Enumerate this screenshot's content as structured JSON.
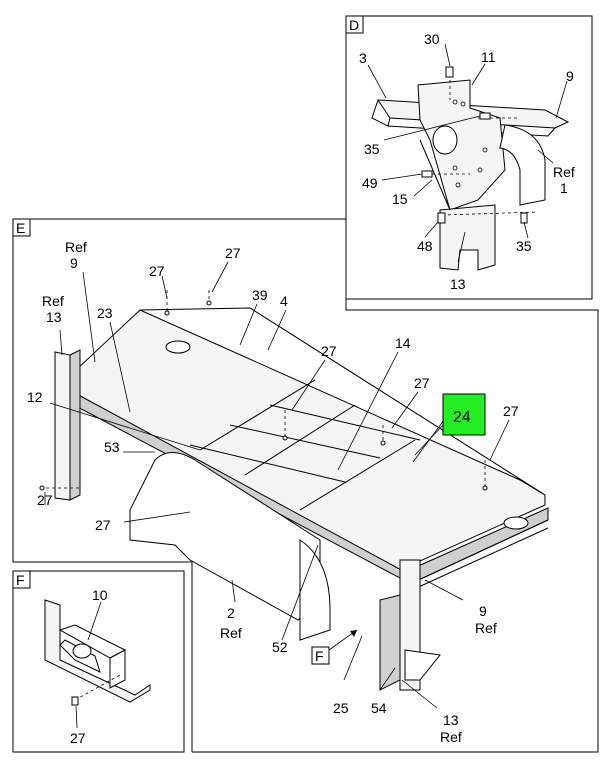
{
  "views": {
    "D": {
      "letter": "D"
    },
    "E": {
      "letter": "E"
    },
    "F": {
      "letter": "F"
    }
  },
  "callout_F": "F",
  "highlight": {
    "label": "24",
    "color": "#22ee22"
  },
  "labels": {
    "d_30": "30",
    "d_3": "3",
    "d_11": "11",
    "d_9": "9",
    "d_35a": "35",
    "d_ref": "Ref",
    "d_1": "1",
    "d_49": "49",
    "d_15": "15",
    "d_48": "48",
    "d_13": "13",
    "d_35b": "35",
    "e_ref9": "Ref",
    "e_9": "9",
    "e_27a": "27",
    "e_27b": "27",
    "e_39": "39",
    "e_4": "4",
    "e_ref13": "Ref",
    "e_13": "13",
    "e_23": "23",
    "e_27c": "27",
    "e_14": "14",
    "e_27d": "27",
    "e_27e": "27",
    "e_12": "12",
    "e_53": "53",
    "e_27f": "27",
    "e_27g": "27",
    "e_2": "2",
    "e_2ref": "Ref",
    "e_52": "52",
    "e_9b": "9",
    "e_9bref": "Ref",
    "e_25": "25",
    "e_54": "54",
    "e_13b": "13",
    "e_13bref": "Ref",
    "f_10": "10",
    "f_27": "27"
  }
}
